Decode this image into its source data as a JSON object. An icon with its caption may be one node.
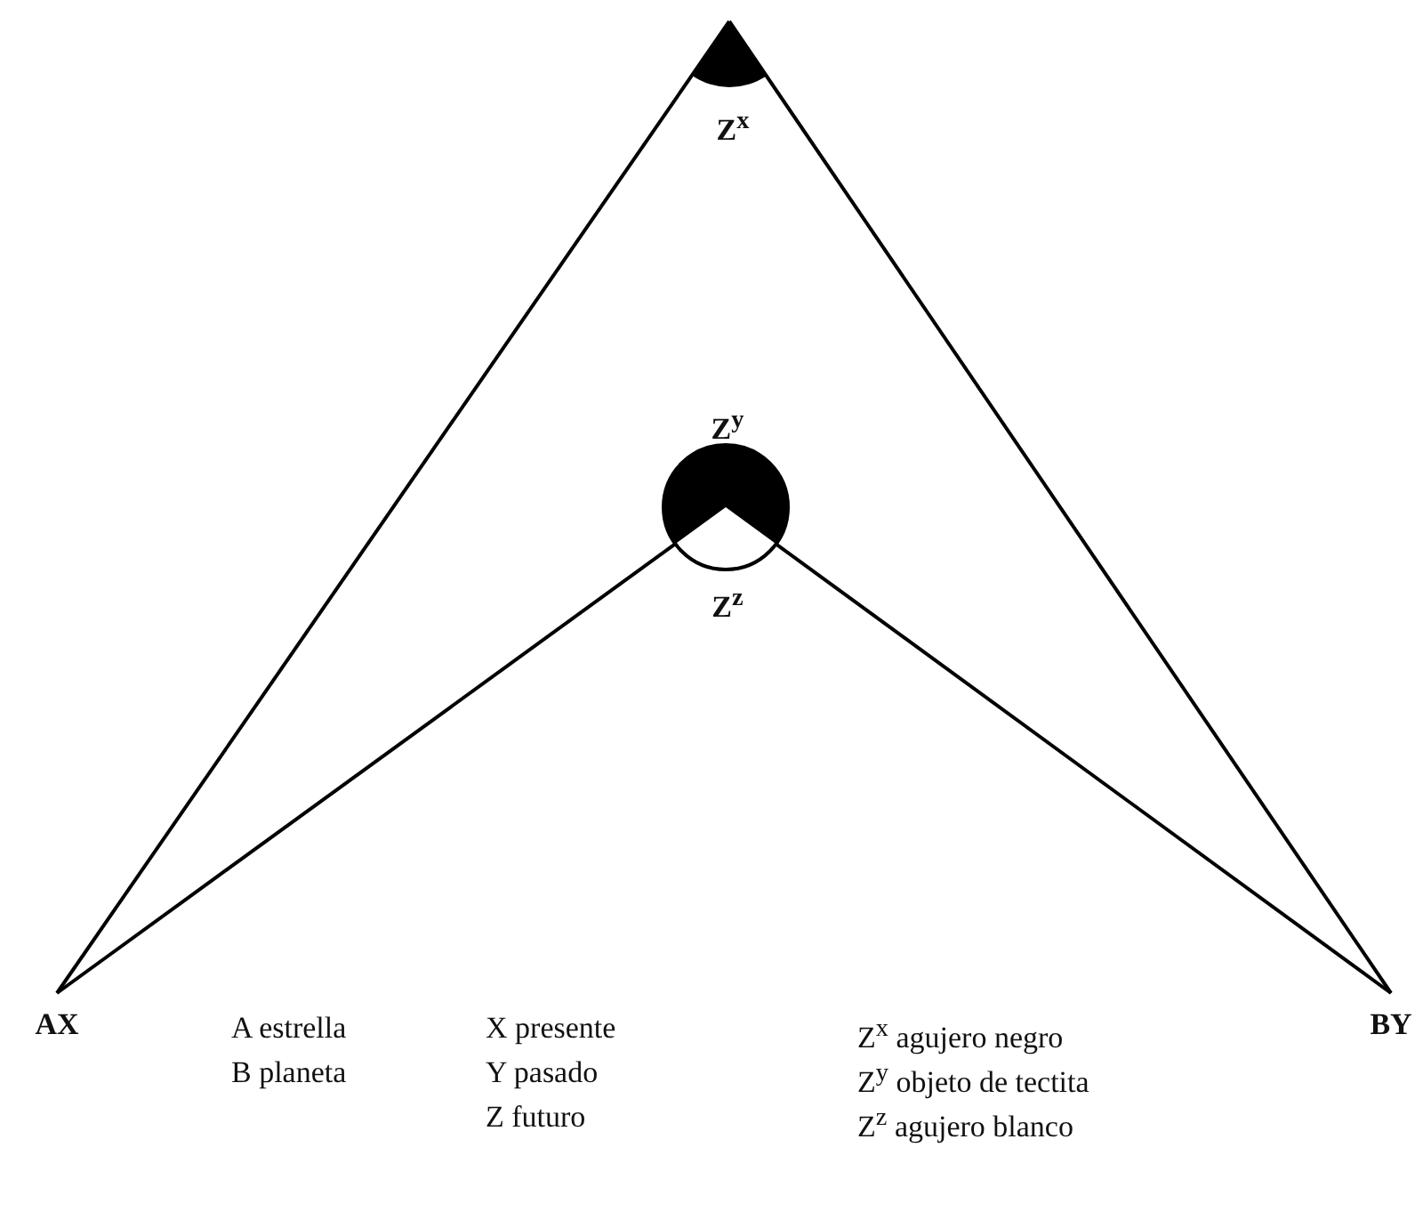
{
  "diagram": {
    "nodes": [
      {
        "text": [],
        "shape": "picture",
        "beside": [
          "Z$^{x}$"
        ]
      },
      {
        "text": [],
        "shape": "circle",
        "beside": [
          "Z$^{y}$",
          "Z$^{z}$"
        ]
      },
      {
        "text": [
          "AX"
        ]
      },
      {
        "text": [
          "BY"
        ]
      }
    ],
    "edges": [
      {
        "from": 2,
        "to": 0,
        "arrow": "none"
      },
      {
        "from": 3,
        "to": 0,
        "arrow": "none"
      },
      {
        "from": 2,
        "to": 1,
        "arrow": "none"
      },
      {
        "from": 3,
        "to": 1,
        "arrow": "none"
      }
    ],
    "labels": [
      "A estrella",
      "X presente",
      "Z$^{x}$ agujero negro",
      "B planeta",
      "Y pasado",
      "Z$^{y}$ objeto de tectita",
      "Z futuro",
      "Z$^{z}$ agujero blanco"
    ]
  }
}
